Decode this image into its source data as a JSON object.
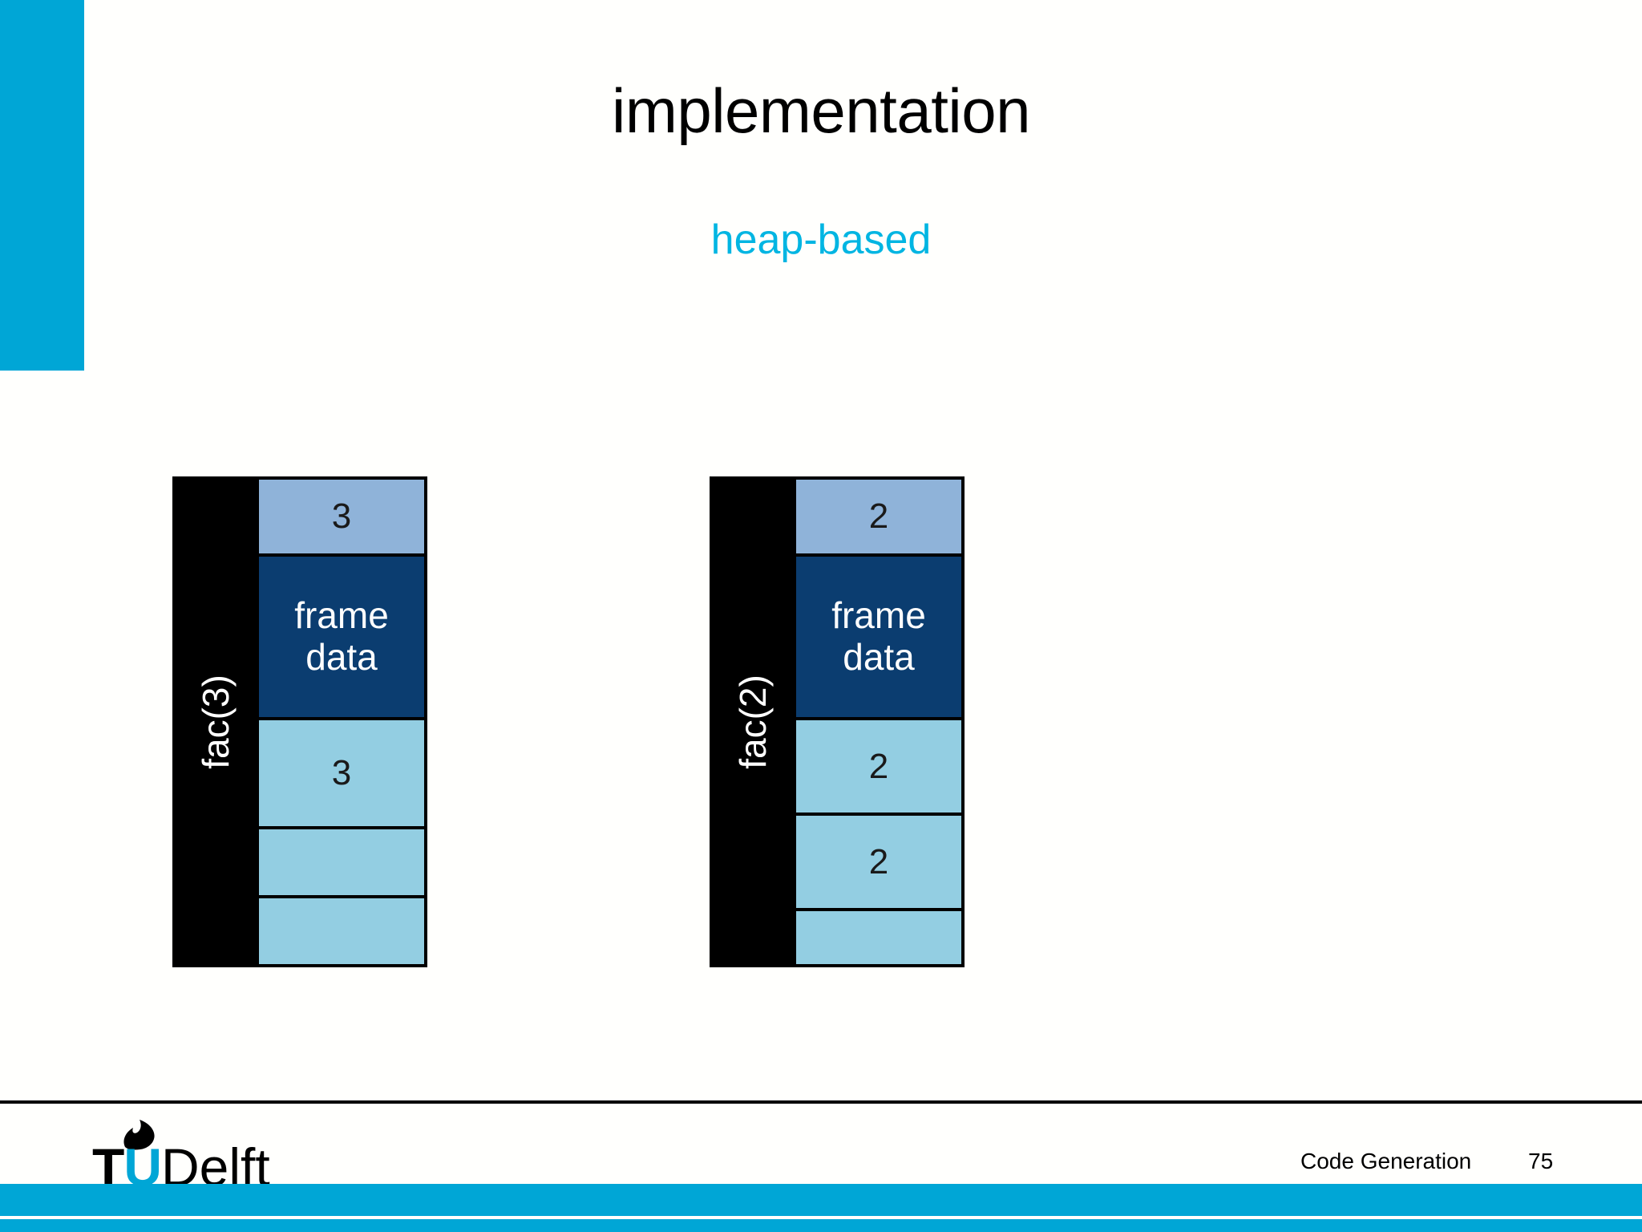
{
  "slide": {
    "title": "implementation",
    "subtitle": "heap-based",
    "accent_color": "#00a6d6",
    "subtitle_color": "#00b5e2",
    "background_color": "#fffffd"
  },
  "diagrams": [
    {
      "name": "fac3-frame",
      "spine_label": "fac(3)",
      "spine_color": "#000000",
      "cells": [
        {
          "role": "argument",
          "value": "3",
          "color": "#8fb3d9"
        },
        {
          "role": "frame-data",
          "value": "frame data",
          "color": "#0b3d70"
        },
        {
          "role": "slot",
          "value": "3",
          "color": "#93cee2"
        },
        {
          "role": "slot",
          "value": "",
          "color": "#93cee2"
        },
        {
          "role": "slot",
          "value": "",
          "color": "#93cee2"
        }
      ]
    },
    {
      "name": "fac2-frame",
      "spine_label": "fac(2)",
      "spine_color": "#000000",
      "cells": [
        {
          "role": "argument",
          "value": "2",
          "color": "#8fb3d9"
        },
        {
          "role": "frame-data",
          "value": "frame data",
          "color": "#0b3d70"
        },
        {
          "role": "slot",
          "value": "2",
          "color": "#93cee2"
        },
        {
          "role": "slot",
          "value": "2",
          "color": "#93cee2"
        },
        {
          "role": "slot",
          "value": "",
          "color": "#93cee2"
        }
      ]
    }
  ],
  "footer": {
    "logo": {
      "tu_t": "T",
      "tu_u": "U",
      "delft": "Delft",
      "u_color": "#00a6d6"
    },
    "course": "Code Generation",
    "page_number": "75"
  }
}
